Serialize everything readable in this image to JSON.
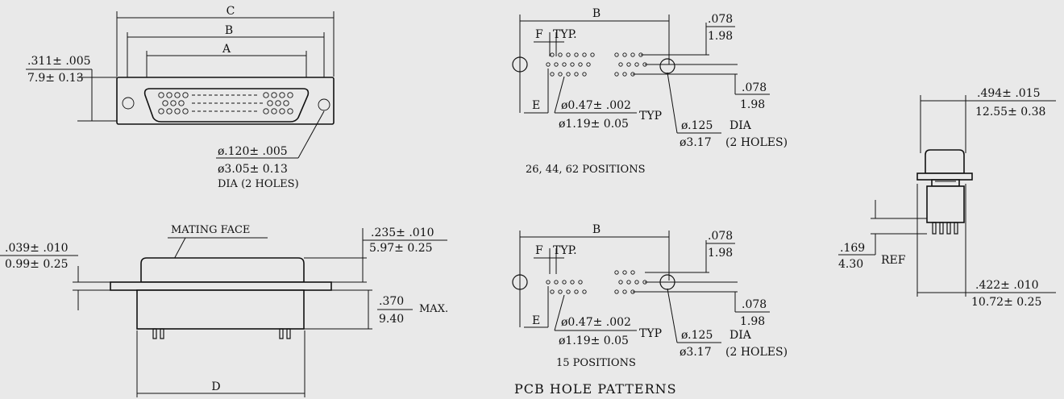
{
  "front_view": {
    "dim_c": "C",
    "dim_b": "B",
    "dim_a": "A",
    "flange_height_in": ".311± .005",
    "flange_height_mm": "7.9± 0.13",
    "hole_dia_in": "ø.120± .005",
    "hole_dia_mm": "ø3.05± 0.13",
    "hole_note": "DIA (2 HOLES)"
  },
  "side_view": {
    "mating_face": "MATING FACE",
    "flange_thk_in": ".039± .010",
    "flange_thk_mm": "0.99± 0.25",
    "face_height_in": ".235± .010",
    "face_height_mm": "5.97± 0.25",
    "body_depth_in": ".370",
    "body_depth_mm": "9.40",
    "max_note": "MAX.",
    "dim_d": "D"
  },
  "pattern_large": {
    "dim_b": "B",
    "dim_f": "F",
    "typ": "TYP.",
    "dim_e": "E",
    "pitch_top_in": ".078",
    "pitch_top_mm": "1.98",
    "pitch_row_in": ".078",
    "pitch_row_mm": "1.98",
    "pin_dia_in": "ø0.47± .002",
    "pin_dia_mm": "ø1.19± 0.05",
    "pin_typ": "TYP",
    "mount_dia_in": "ø.125",
    "mount_dia_mm": "ø3.17",
    "dia_word": "DIA",
    "mount_note": "(2 HOLES)",
    "caption": "26, 44, 62 POSITIONS"
  },
  "pattern_small": {
    "dim_b": "B",
    "dim_f": "F",
    "typ": "TYP.",
    "dim_e": "E",
    "pitch_top_in": ".078",
    "pitch_top_mm": "1.98",
    "pitch_row_in": ".078",
    "pitch_row_mm": "1.98",
    "pin_dia_in": "ø0.47± .002",
    "pin_dia_mm": "ø1.19± 0.05",
    "pin_typ": "TYP",
    "mount_dia_in": "ø.125",
    "mount_dia_mm": "ø3.17",
    "dia_word": "DIA",
    "mount_note": "(2 HOLES)",
    "caption": "15 POSITIONS"
  },
  "section_title": "PCB HOLE PATTERNS",
  "end_view": {
    "width_in": ".494± .015",
    "width_mm": "12.55± 0.38",
    "ref_in": ".169",
    "ref_mm": "4.30",
    "ref_word": "REF",
    "pcb_width_in": ".422± .010",
    "pcb_width_mm": "10.72± 0.25"
  }
}
